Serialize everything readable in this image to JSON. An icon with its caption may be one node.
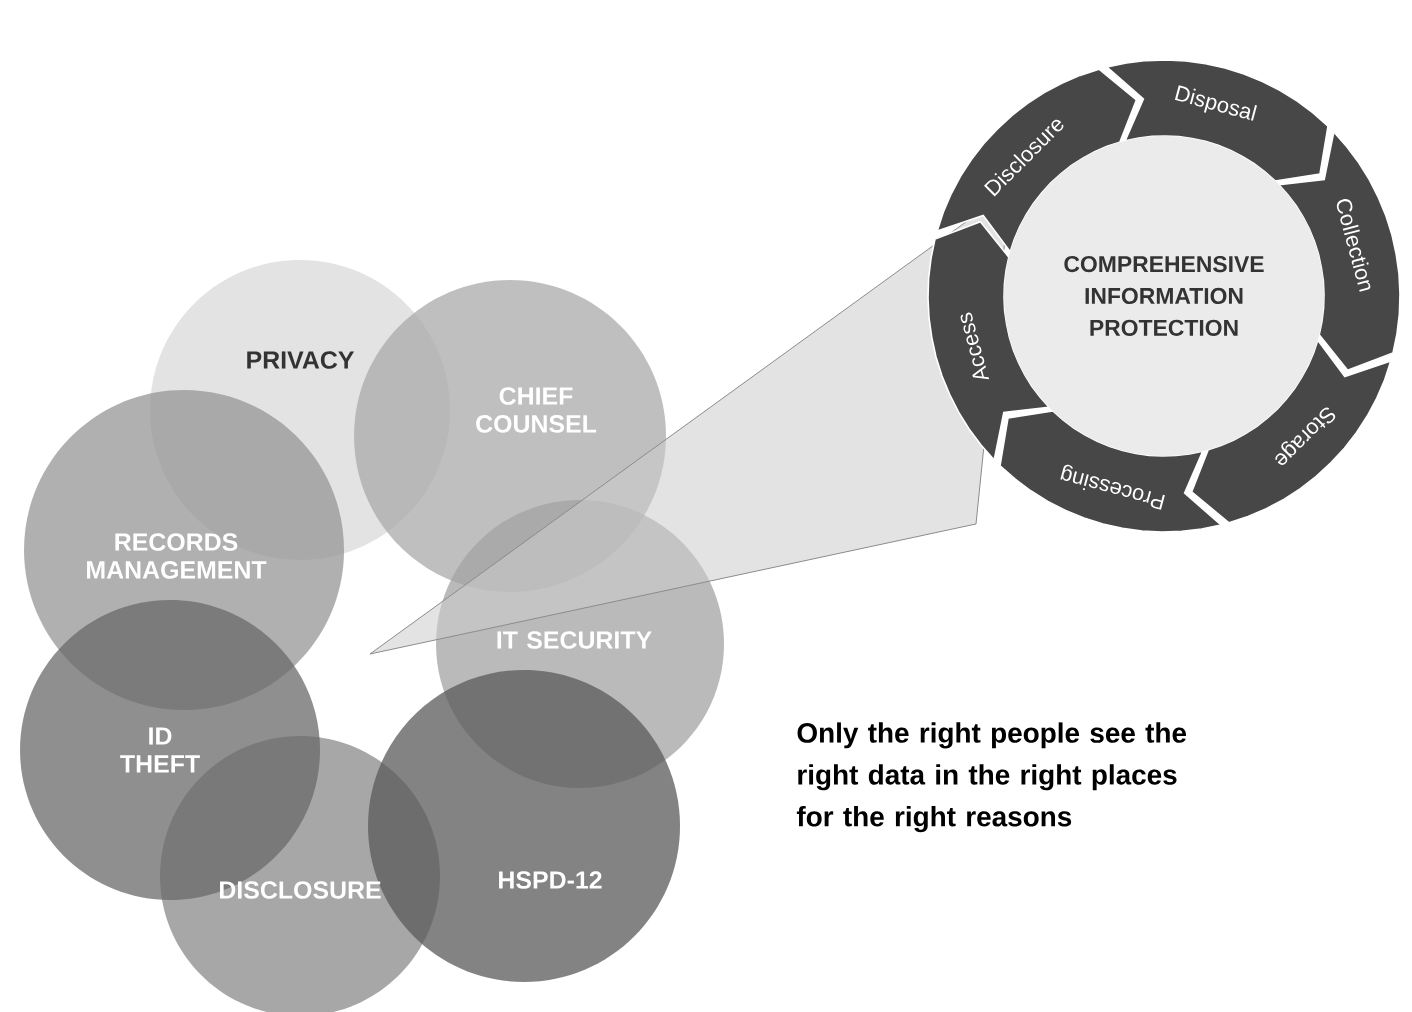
{
  "diagram": {
    "nodes": [
      {
        "text": [
          "PRIVACY"
        ]
      },
      {
        "text": [
          "CHIEF COUNSEL"
        ]
      },
      {
        "text": [
          "RECORDS MANAGEMENT"
        ]
      },
      {
        "text": [
          "IT SECURITY"
        ]
      },
      {
        "text": [
          "ID THEFT"
        ]
      },
      {
        "text": [
          "DISCLOSURE"
        ]
      },
      {
        "text": [
          "HSPD-12"
        ]
      },
      {
        "text": [
          "COMPREHENSIVE INFORMATION PROTECTION"
        ]
      },
      {
        "text": [
          "Disposal"
        ]
      },
      {
        "text": [
          "Collection"
        ]
      },
      {
        "text": [
          "Storage"
        ]
      },
      {
        "text": [
          "Processing"
        ]
      },
      {
        "text": [
          "Access"
        ]
      },
      {
        "text": [
          "Disclosure"
        ]
      }
    ],
    "labels": [
      "Only the right  people see the right data in the right places for the right reasons"
    ]
  }
}
